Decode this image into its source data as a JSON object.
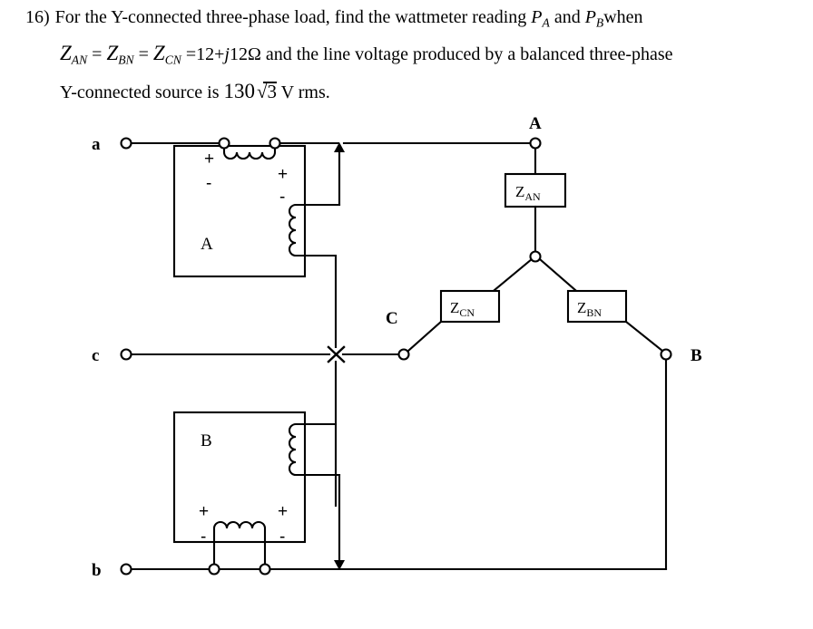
{
  "problem": {
    "number": "16)",
    "line1_a": "For the Y-connected three-phase load, find the wattmeter reading",
    "line1_P1": "P",
    "line1_P1_sub": "A",
    "line1_and": "and",
    "line1_P2": "P",
    "line1_P2_sub": "B",
    "line1_when": "when",
    "z_an": "Z",
    "z_an_sub": "AN",
    "eq1": "=",
    "z_bn": "Z",
    "z_bn_sub": "BN",
    "eq2": "=",
    "z_cn": "Z",
    "z_cn_sub": "CN",
    "eq3": "=",
    "impedance_value": "12+",
    "impedance_j": "j",
    "impedance_tail": "12Ω",
    "line2_tail": "and the line voltage produced by a balanced three-phase",
    "line3_head": "Y-connected source is",
    "voltage_coeff": "130",
    "voltage_radical": "√",
    "voltage_radicand": "3",
    "voltage_unit": "V rms."
  },
  "diagram": {
    "terminals": {
      "a": "a",
      "b": "b",
      "c": "c",
      "A": "A",
      "B": "B",
      "C": "C"
    },
    "wattmeters": [
      {
        "name": "A",
        "label": "A",
        "current_coil_plus": "+",
        "current_coil_minus": "-",
        "potential_coil_plus": "+",
        "potential_coil_minus": "-"
      },
      {
        "name": "B",
        "label": "B",
        "current_coil_plus": "+",
        "current_coil_minus": "-",
        "potential_coil_plus": "+",
        "potential_coil_minus": "-"
      }
    ],
    "loads": [
      {
        "name": "ZAN",
        "symbol": "Z",
        "sub": "AN"
      },
      {
        "name": "ZCN",
        "symbol": "Z",
        "sub": "CN"
      },
      {
        "name": "ZBN",
        "symbol": "Z",
        "sub": "BN"
      }
    ],
    "colors": {
      "wire": "#000000",
      "background": "#ffffff"
    }
  }
}
